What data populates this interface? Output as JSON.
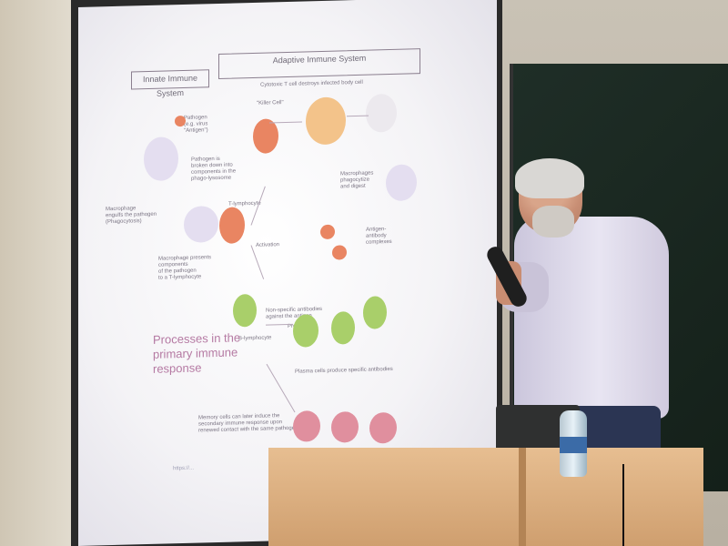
{
  "slide": {
    "innate_header": "Innate Immune System",
    "adaptive_header": "Adaptive Immune System",
    "cytotoxic_caption": "Cytotoxic T cell destroys infected body cell",
    "killer_cell": "\"Killer Cell\"",
    "pathogen_caption": "Pathogen\n(e.g. virus\n\"Antigen\")",
    "pathogen_broken": "Pathogen is\nbroken down into\ncomponents in the\nphago-lysosome",
    "macrophage_engulfs": "Macrophage\nengulfs the pathogen\n(Phagocytosis)",
    "macrophage_presents": "Macrophage presents\ncomponents\nof the pathogen\nto a T-lymphocyte",
    "t_lymphocyte": "T-lymphocyte",
    "activation": "Activation",
    "macrophages_phagocytize": "Macrophages\nphagocytize\nand digest",
    "antigen_antibody": "Antigen-\nantibody\ncomplexes",
    "nonspecific_antibodies": "Non-specific antibodies\nagainst the antigen",
    "b_lymphocyte": "B-lymphocyte",
    "proliferation": "Proliferation",
    "heading": "Processes in the\nprimary immune response",
    "plasma_cells": "Plasma cells produce specific antibodies",
    "memory_cells": "Memory cells can later induce the\nsecondary immune response upon\nrenewed contact with the same pathogen",
    "source_link": "https://..."
  },
  "colors": {
    "heading": "#b57aa3",
    "cell_red": "#e98562",
    "cell_green": "#a9cf6a",
    "cell_pink": "#e08f9e",
    "macrophage": "#d8d1e8"
  }
}
